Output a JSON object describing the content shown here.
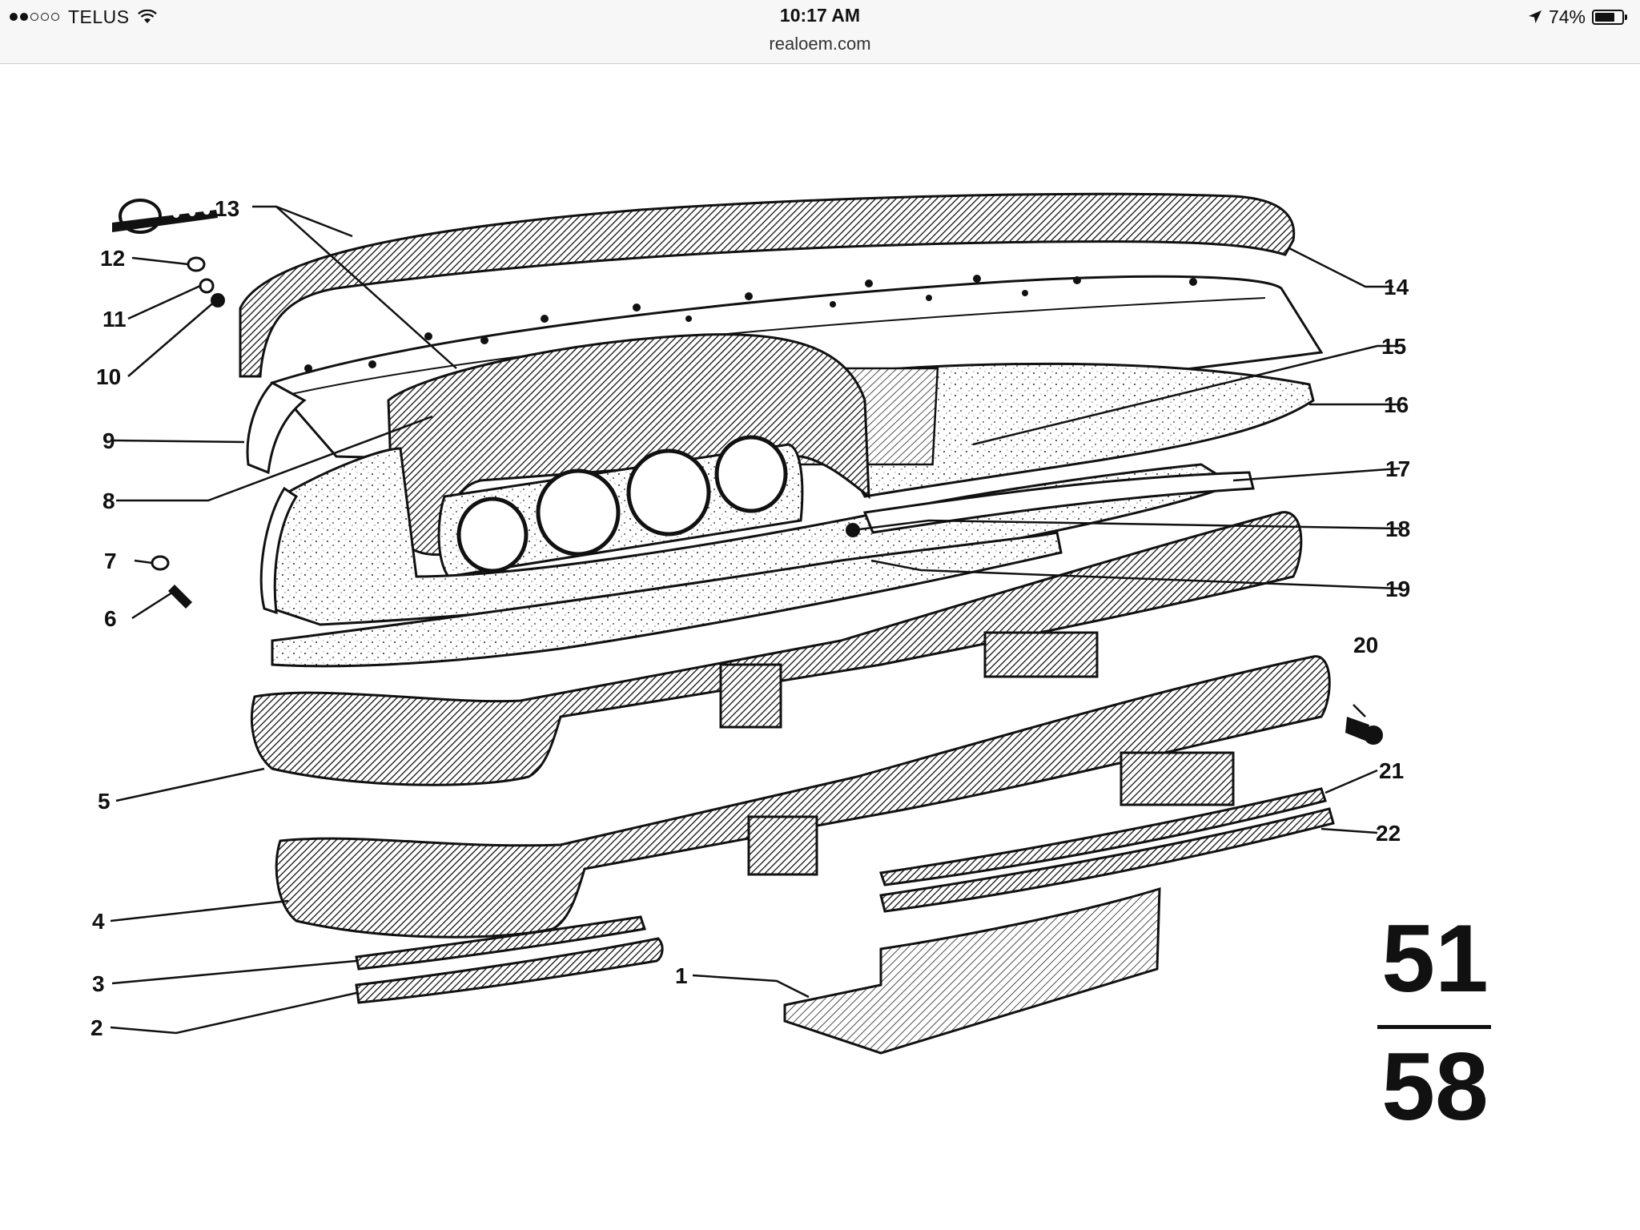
{
  "status_bar": {
    "carrier": "TELUS",
    "signal_bars_filled": 2,
    "signal_bars_total": 5,
    "time": "10:17 AM",
    "battery_percent": "74%",
    "battery_level": 0.74,
    "icons": [
      "signal-dots-icon",
      "wifi-icon",
      "location-arrow-icon",
      "battery-icon"
    ]
  },
  "browser": {
    "url": "realoem.com"
  },
  "diagram": {
    "page_number_top": "51",
    "page_number_bottom": "58",
    "callouts": [
      "1",
      "2",
      "3",
      "4",
      "5",
      "6",
      "7",
      "8",
      "9",
      "10",
      "11",
      "12",
      "13",
      "14",
      "15",
      "16",
      "17",
      "18",
      "19",
      "20",
      "21",
      "22"
    ]
  }
}
